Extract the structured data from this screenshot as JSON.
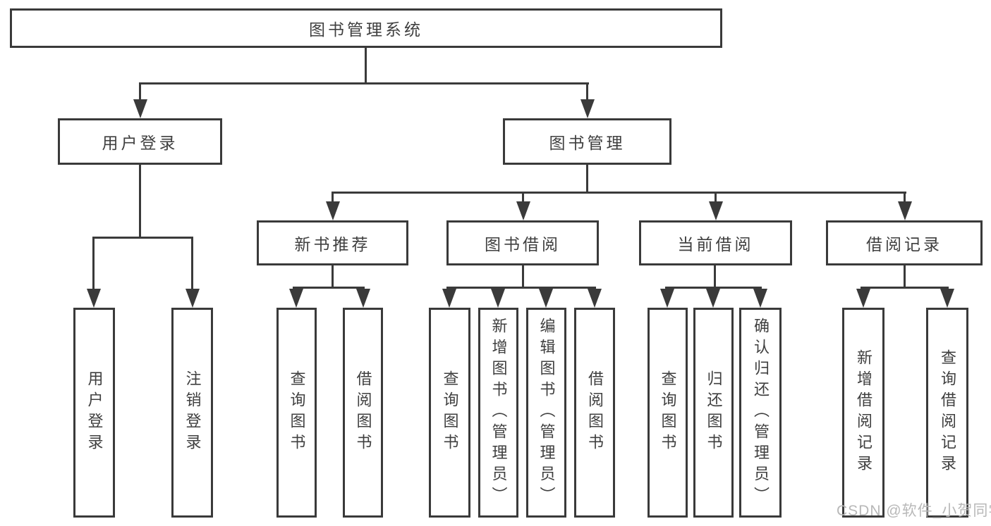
{
  "diagram": {
    "colors": {
      "line": "#3a3a3a",
      "text": "#3f3f3f",
      "watermark": "#b8b8b8",
      "background": "#ffffff"
    },
    "root": {
      "label": "图书管理系统",
      "children": [
        {
          "label": "用户登录",
          "children": [
            {
              "label": "用户登录"
            },
            {
              "label": "注销登录"
            }
          ]
        },
        {
          "label": "图书管理",
          "children": [
            {
              "label": "新书推荐",
              "children": [
                {
                  "label": "查询图书"
                },
                {
                  "label": "借阅图书"
                }
              ]
            },
            {
              "label": "图书借阅",
              "children": [
                {
                  "label": "查询图书"
                },
                {
                  "label": "新增图书（管理员）"
                },
                {
                  "label": "编辑图书（管理员）"
                },
                {
                  "label": "借阅图书"
                }
              ]
            },
            {
              "label": "当前借阅",
              "children": [
                {
                  "label": "查询图书"
                },
                {
                  "label": "归还图书"
                },
                {
                  "label": "确认归还（管理员）"
                }
              ]
            },
            {
              "label": "借阅记录",
              "children": [
                {
                  "label": "新增借阅记录"
                },
                {
                  "label": "查询借阅记录"
                }
              ]
            }
          ]
        }
      ]
    }
  },
  "watermark": {
    "text": "CSDN @软件_小贺同学"
  }
}
